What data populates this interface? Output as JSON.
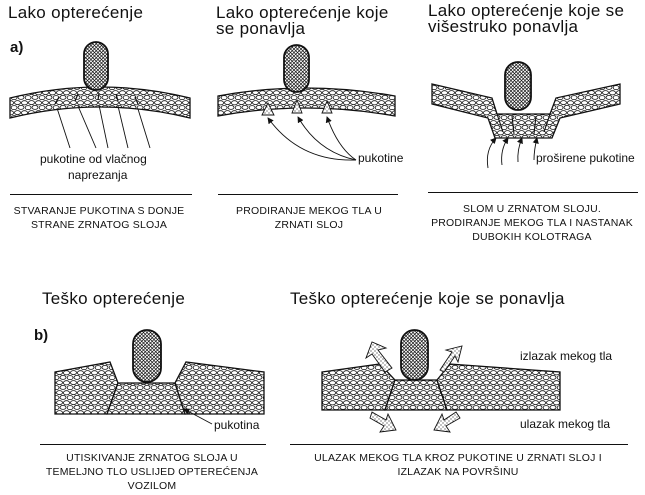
{
  "panel_a": {
    "letter": "a)",
    "diagrams": [
      {
        "title_lines": [
          "Lako opterećenje"
        ],
        "labels": [
          "pukotine od vlačnog",
          "naprezanja"
        ],
        "caption_lines": [
          "STVARANJE PUKOTINA S DONJE",
          "STRANE ZRNATOG SLOJA"
        ]
      },
      {
        "title_lines": [
          "Lako opterećenje koje",
          "se ponavlja"
        ],
        "labels": [
          "pukotine"
        ],
        "caption_lines": [
          "PRODIRANJE MEKOG TLA U",
          "ZRNATI SLOJ"
        ]
      },
      {
        "title_lines": [
          "Lako opterećenje koje se",
          "višestruko ponavlja"
        ],
        "labels": [
          "proširene pukotine"
        ],
        "caption_lines": [
          "SLOM U ZRNATOM SLOJU.",
          "PRODIRANJE MEKOG TLA I NASTANAK",
          "DUBOKIH KOLOTRAGA"
        ]
      }
    ]
  },
  "panel_b": {
    "letter": "b)",
    "diagrams": [
      {
        "title_lines": [
          "Teško opterećenje"
        ],
        "labels": [
          "pukotina"
        ],
        "caption_lines": [
          "UTISKIVANJE ZRNATOG SLOJA U",
          "TEMELJNO TLO USLIJED OPTEREĆENJA",
          "VOZILOM"
        ]
      },
      {
        "title_lines": [
          "Teško opterećenje koje se ponavlja"
        ],
        "labels": [
          "izlazak mekog tla",
          "ulazak mekog tla"
        ],
        "caption_lines": [
          "ULAZAK MEKOG TLA KROZ PUKOTINE U ZRNATI SLOJ I",
          "IZLAZAK NA POVRŠINU"
        ]
      }
    ]
  }
}
